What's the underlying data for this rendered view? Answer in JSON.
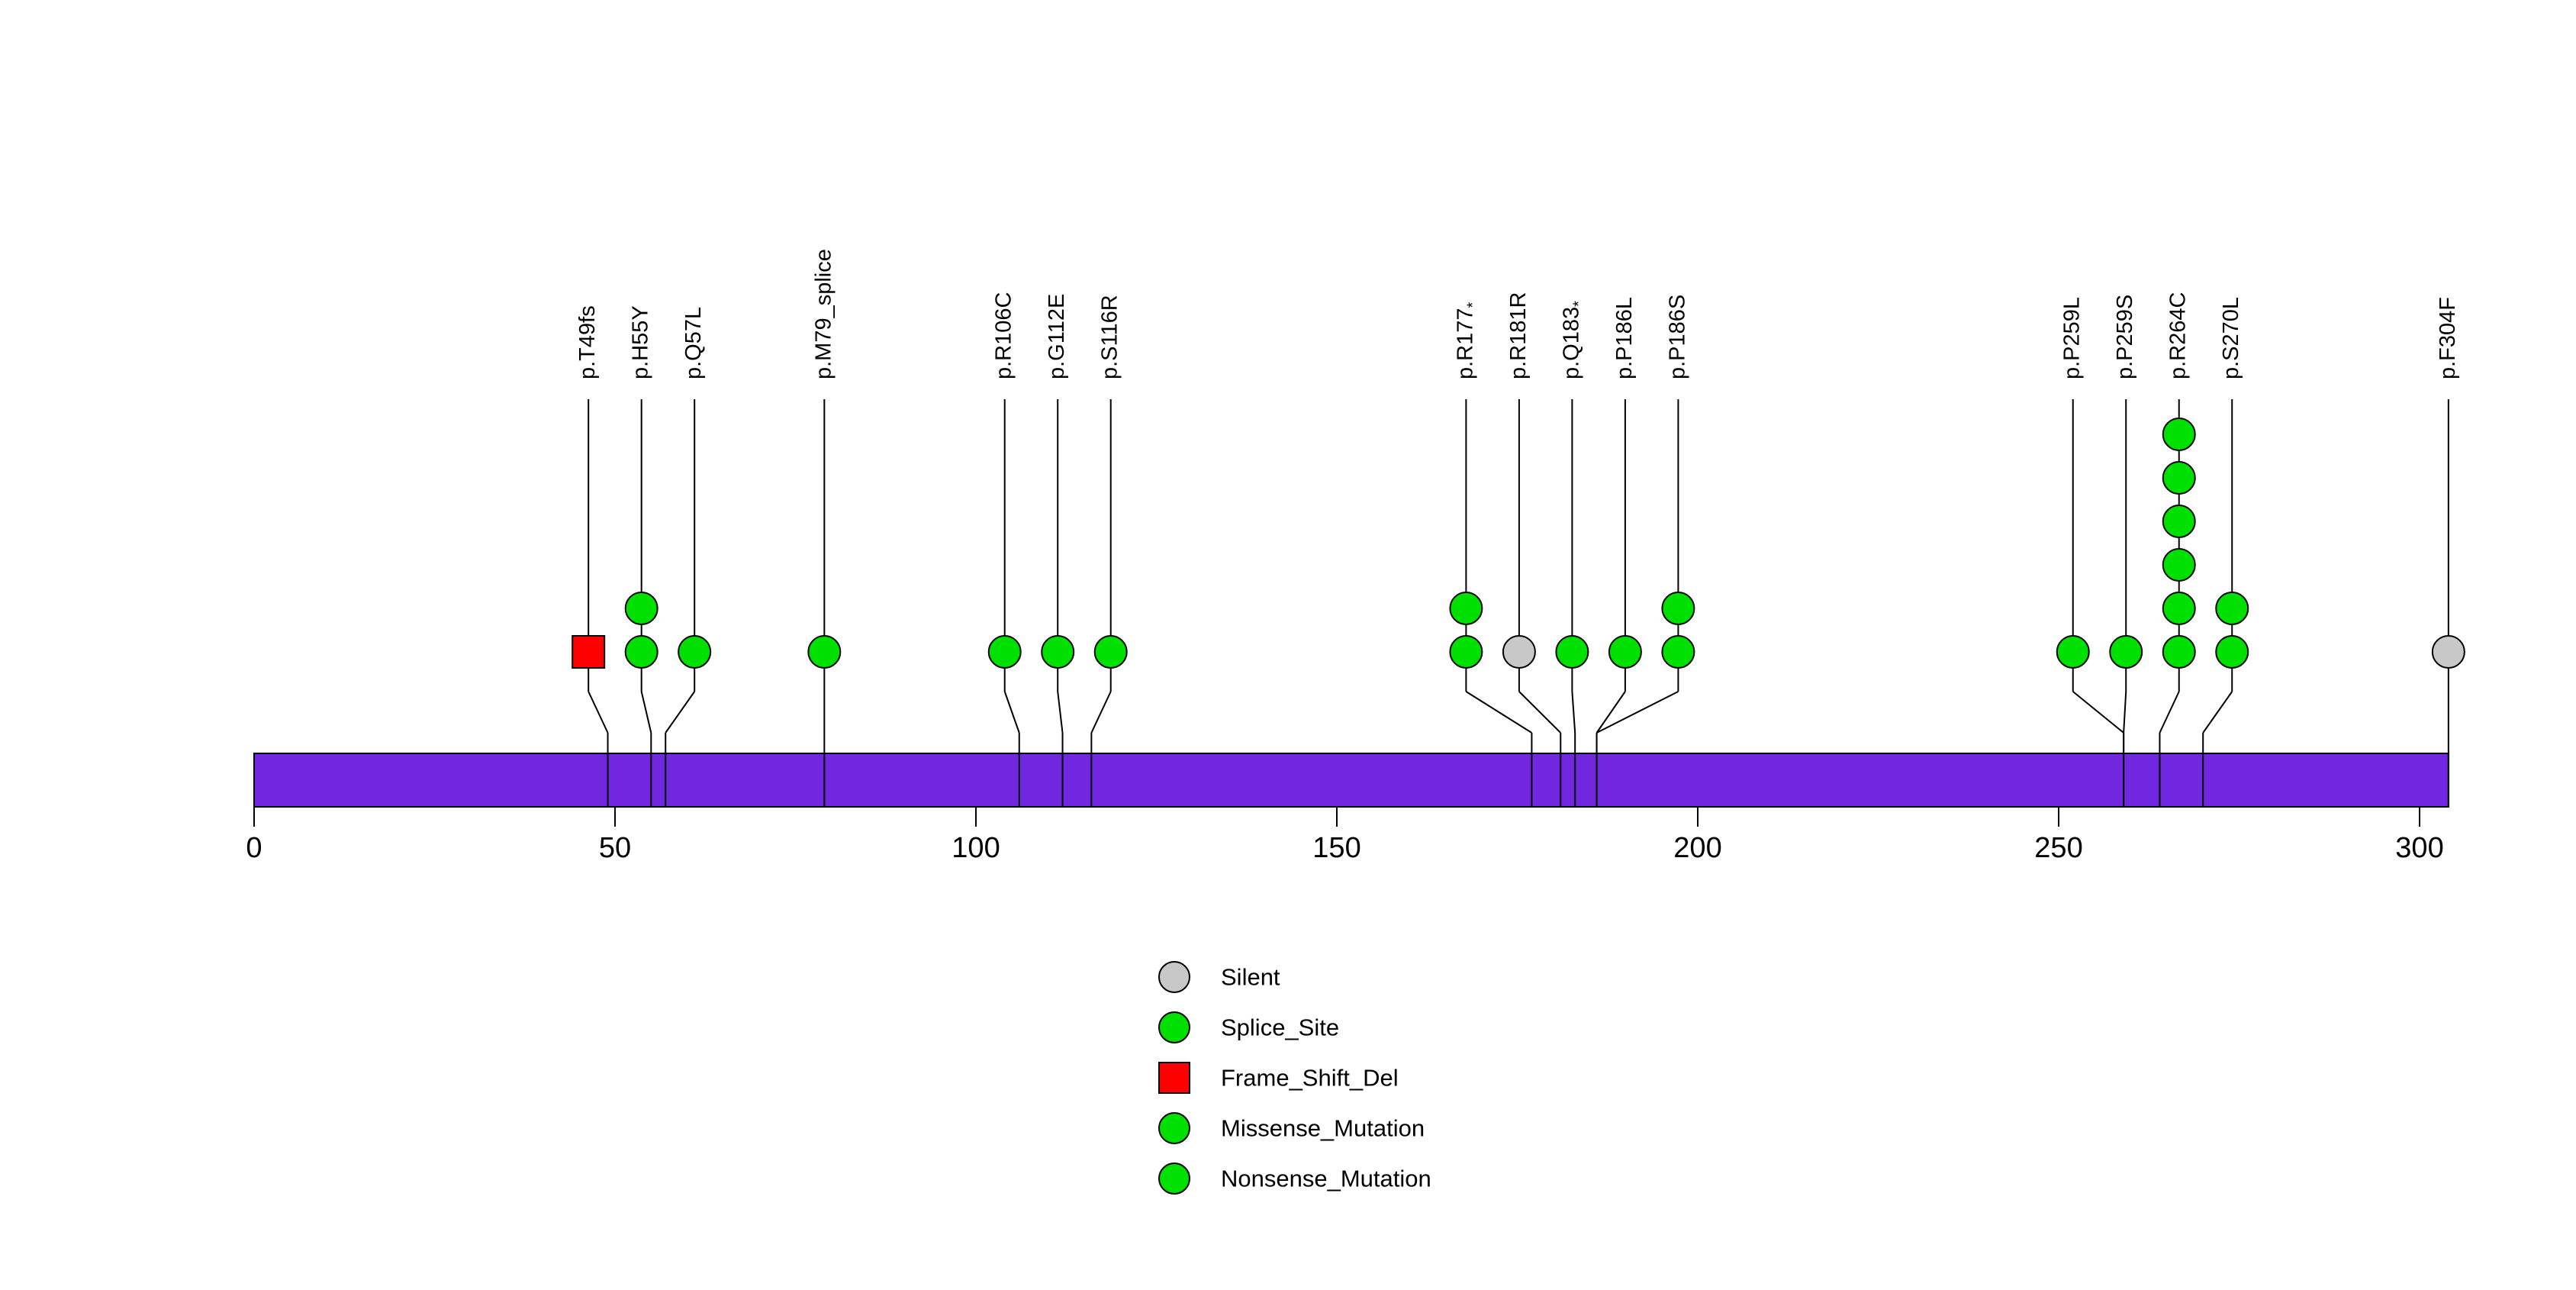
{
  "chart_data": {
    "type": "scatter",
    "subtype": "lollipop_mutation_plot",
    "title": "",
    "xlabel": "",
    "ylabel": "",
    "xlim": [
      0,
      307
    ],
    "x_ticks": [
      0,
      50,
      100,
      150,
      200,
      250,
      300
    ],
    "protein_length_aa": 304,
    "gene_bar_color": "#7127E0",
    "gene_bar_border_color": "#000000",
    "stem_color": "#000000",
    "grid": false,
    "legend_position": "bottom-center",
    "mutations": [
      {
        "label": "p.T49fs",
        "suffix": "",
        "aa": 49,
        "count": 1,
        "type": "Frame_Shift_Del"
      },
      {
        "label": "p.H55Y",
        "suffix": "",
        "aa": 55,
        "count": 2,
        "type": "Missense_Mutation"
      },
      {
        "label": "p.Q57L",
        "suffix": "",
        "aa": 57,
        "count": 1,
        "type": "Missense_Mutation"
      },
      {
        "label": "p.M79_splice",
        "suffix": "",
        "aa": 79,
        "count": 1,
        "type": "Splice_Site"
      },
      {
        "label": "p.R106C",
        "suffix": "",
        "aa": 106,
        "count": 1,
        "type": "Missense_Mutation"
      },
      {
        "label": "p.G112E",
        "suffix": "",
        "aa": 112,
        "count": 1,
        "type": "Missense_Mutation"
      },
      {
        "label": "p.S116R",
        "suffix": "",
        "aa": 116,
        "count": 1,
        "type": "Missense_Mutation"
      },
      {
        "label": "p.R177",
        "suffix": "*",
        "aa": 177,
        "count": 2,
        "type": "Nonsense_Mutation"
      },
      {
        "label": "p.R181R",
        "suffix": "",
        "aa": 181,
        "count": 1,
        "type": "Silent"
      },
      {
        "label": "p.Q183",
        "suffix": "*",
        "aa": 183,
        "count": 1,
        "type": "Nonsense_Mutation"
      },
      {
        "label": "p.P186L",
        "suffix": "",
        "aa": 186,
        "count": 1,
        "type": "Missense_Mutation"
      },
      {
        "label": "p.P186S",
        "suffix": "",
        "aa": 186,
        "count": 2,
        "type": "Missense_Mutation"
      },
      {
        "label": "p.P259L",
        "suffix": "",
        "aa": 259,
        "count": 1,
        "type": "Missense_Mutation"
      },
      {
        "label": "p.P259S",
        "suffix": "",
        "aa": 259,
        "count": 1,
        "type": "Missense_Mutation"
      },
      {
        "label": "p.R264C",
        "suffix": "",
        "aa": 264,
        "count": 6,
        "type": "Missense_Mutation"
      },
      {
        "label": "p.S270L",
        "suffix": "",
        "aa": 270,
        "count": 2,
        "type": "Missense_Mutation"
      },
      {
        "label": "p.F304F",
        "suffix": "",
        "aa": 304,
        "count": 1,
        "type": "Silent"
      }
    ],
    "type_styles": {
      "Silent": {
        "color": "#C8C8C8",
        "shape": "circle"
      },
      "Splice_Site": {
        "color": "#00E000",
        "shape": "circle"
      },
      "Frame_Shift_Del": {
        "color": "#FF0000",
        "shape": "square"
      },
      "Missense_Mutation": {
        "color": "#00E000",
        "shape": "circle"
      },
      "Nonsense_Mutation": {
        "color": "#00E000",
        "shape": "circle"
      }
    },
    "legend": [
      {
        "label": "Silent",
        "shape": "circle",
        "color": "#C8C8C8"
      },
      {
        "label": "Splice_Site",
        "shape": "circle",
        "color": "#00E000"
      },
      {
        "label": "Frame_Shift_Del",
        "shape": "square",
        "color": "#FF0000"
      },
      {
        "label": "Missense_Mutation",
        "shape": "circle",
        "color": "#00E000"
      },
      {
        "label": "Nonsense_Mutation",
        "shape": "circle",
        "color": "#00E000"
      }
    ]
  }
}
